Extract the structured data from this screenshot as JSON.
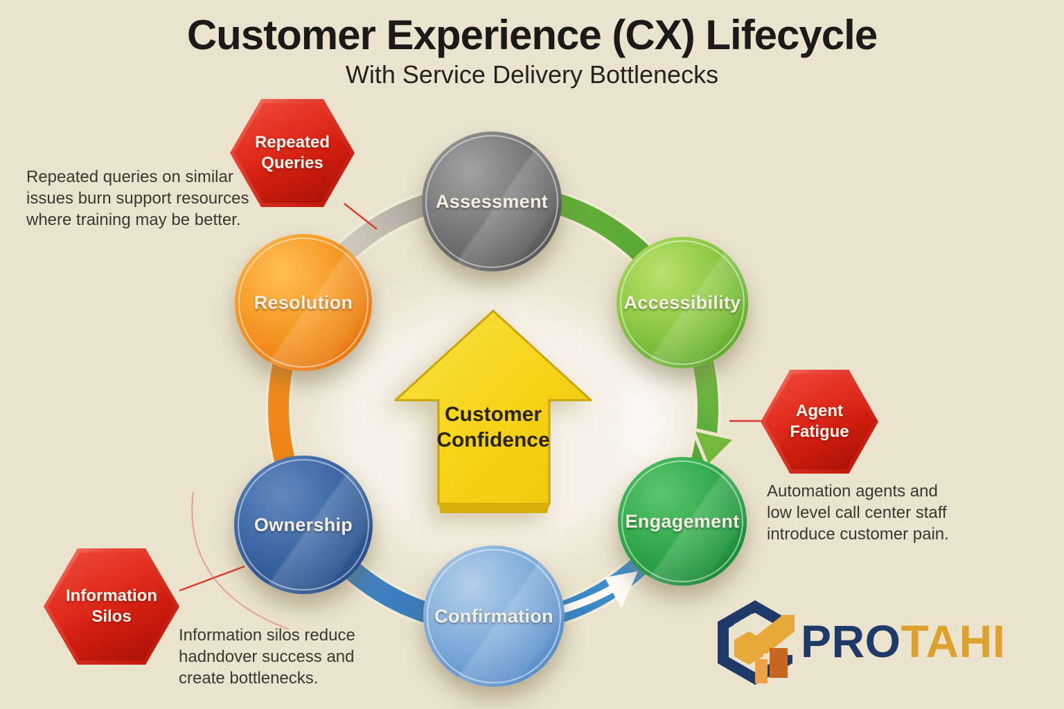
{
  "header": {
    "title": "Customer Experience (CX) Lifecycle",
    "subtitle": "With Service Delivery Bottlenecks"
  },
  "stages": [
    {
      "label": "Assessment",
      "color": "#6e6e6e"
    },
    {
      "label": "Accessibility",
      "color": "#7cc13f"
    },
    {
      "label": "Engagement",
      "color": "#2aa047"
    },
    {
      "label": "Confirmation",
      "color": "#76a7d9"
    },
    {
      "label": "Ownership",
      "color": "#36619f"
    },
    {
      "label": "Resolution",
      "color": "#f28c1d"
    }
  ],
  "center_arrow": {
    "lines": [
      "Customer",
      "Confidence"
    ],
    "color": "#f5d41a"
  },
  "bottlenecks": [
    {
      "lines": [
        "Repeated",
        "Queries"
      ],
      "color": "#d8251a"
    },
    {
      "lines": [
        "Agent",
        "Fatigue"
      ],
      "color": "#d8251a"
    },
    {
      "lines": [
        "Information",
        "Silos"
      ],
      "color": "#d8251a"
    }
  ],
  "annotations": [
    {
      "lines": [
        "Repeated queries on similar",
        "issues burn support resources",
        "where training may be better."
      ]
    },
    {
      "lines": [
        "Automation agents and",
        "low level call center staff",
        "introduce customer pain."
      ]
    },
    {
      "lines": [
        "Information silos reduce",
        "hadndover success and",
        "create bottlenecks."
      ]
    }
  ],
  "logo": {
    "pro": "PRO",
    "tahi": "TAHI",
    "navy": "#1e3a68",
    "gold": "#dda22e"
  },
  "colors": {
    "background": "#EBE3CE",
    "text_dark": "#1b1a18",
    "annotation_text": "#3a3733"
  }
}
